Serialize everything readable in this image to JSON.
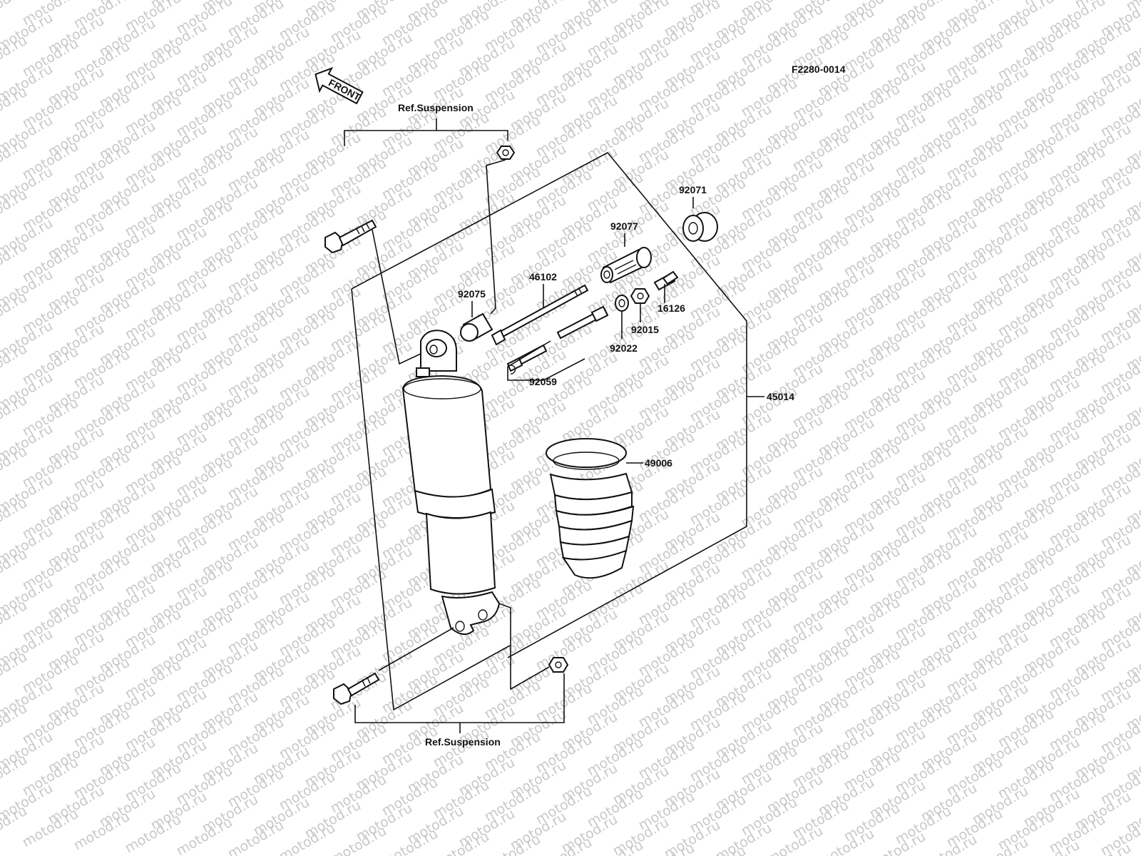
{
  "diagram": {
    "code": "F2280-0014",
    "front_arrow_label": "FRONT",
    "watermark": "motod.ru",
    "ref_top": "Ref.Suspension",
    "ref_bottom": "Ref.Suspension",
    "parts": {
      "p92071": "92071",
      "p92077": "92077",
      "p46102": "46102",
      "p92075": "92075",
      "p16126": "16126",
      "p92015": "92015",
      "p92022": "92022",
      "p92059": "92059",
      "p45014": "45014",
      "p49006": "49006"
    }
  }
}
